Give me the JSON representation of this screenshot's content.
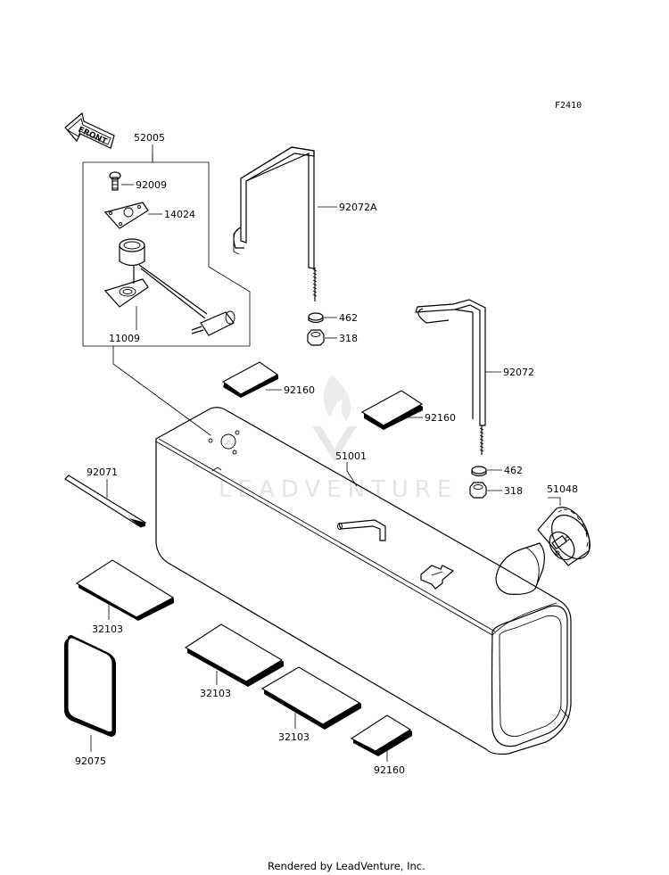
{
  "figure_code": "F2410",
  "front_arrow_label": "FRONT",
  "watermark": "LEADVENTURE",
  "credit": "Rendered by LeadVenture, Inc.",
  "parts": {
    "p52005": "52005",
    "p92009": "92009",
    "p14024": "14024",
    "p11009": "11009",
    "p92072A": "92072A",
    "p462_top": "462",
    "p318_top": "318",
    "p92160_upper_left": "92160",
    "p92160_upper_right": "92160",
    "p92072": "92072",
    "p462_bottom": "462",
    "p318_bottom": "318",
    "p51048": "51048",
    "p51001": "51001",
    "p92071": "92071",
    "p32103_left": "32103",
    "p32103_mid": "32103",
    "p32103_right": "32103",
    "p92075": "92075",
    "p92160_bottom": "92160"
  }
}
